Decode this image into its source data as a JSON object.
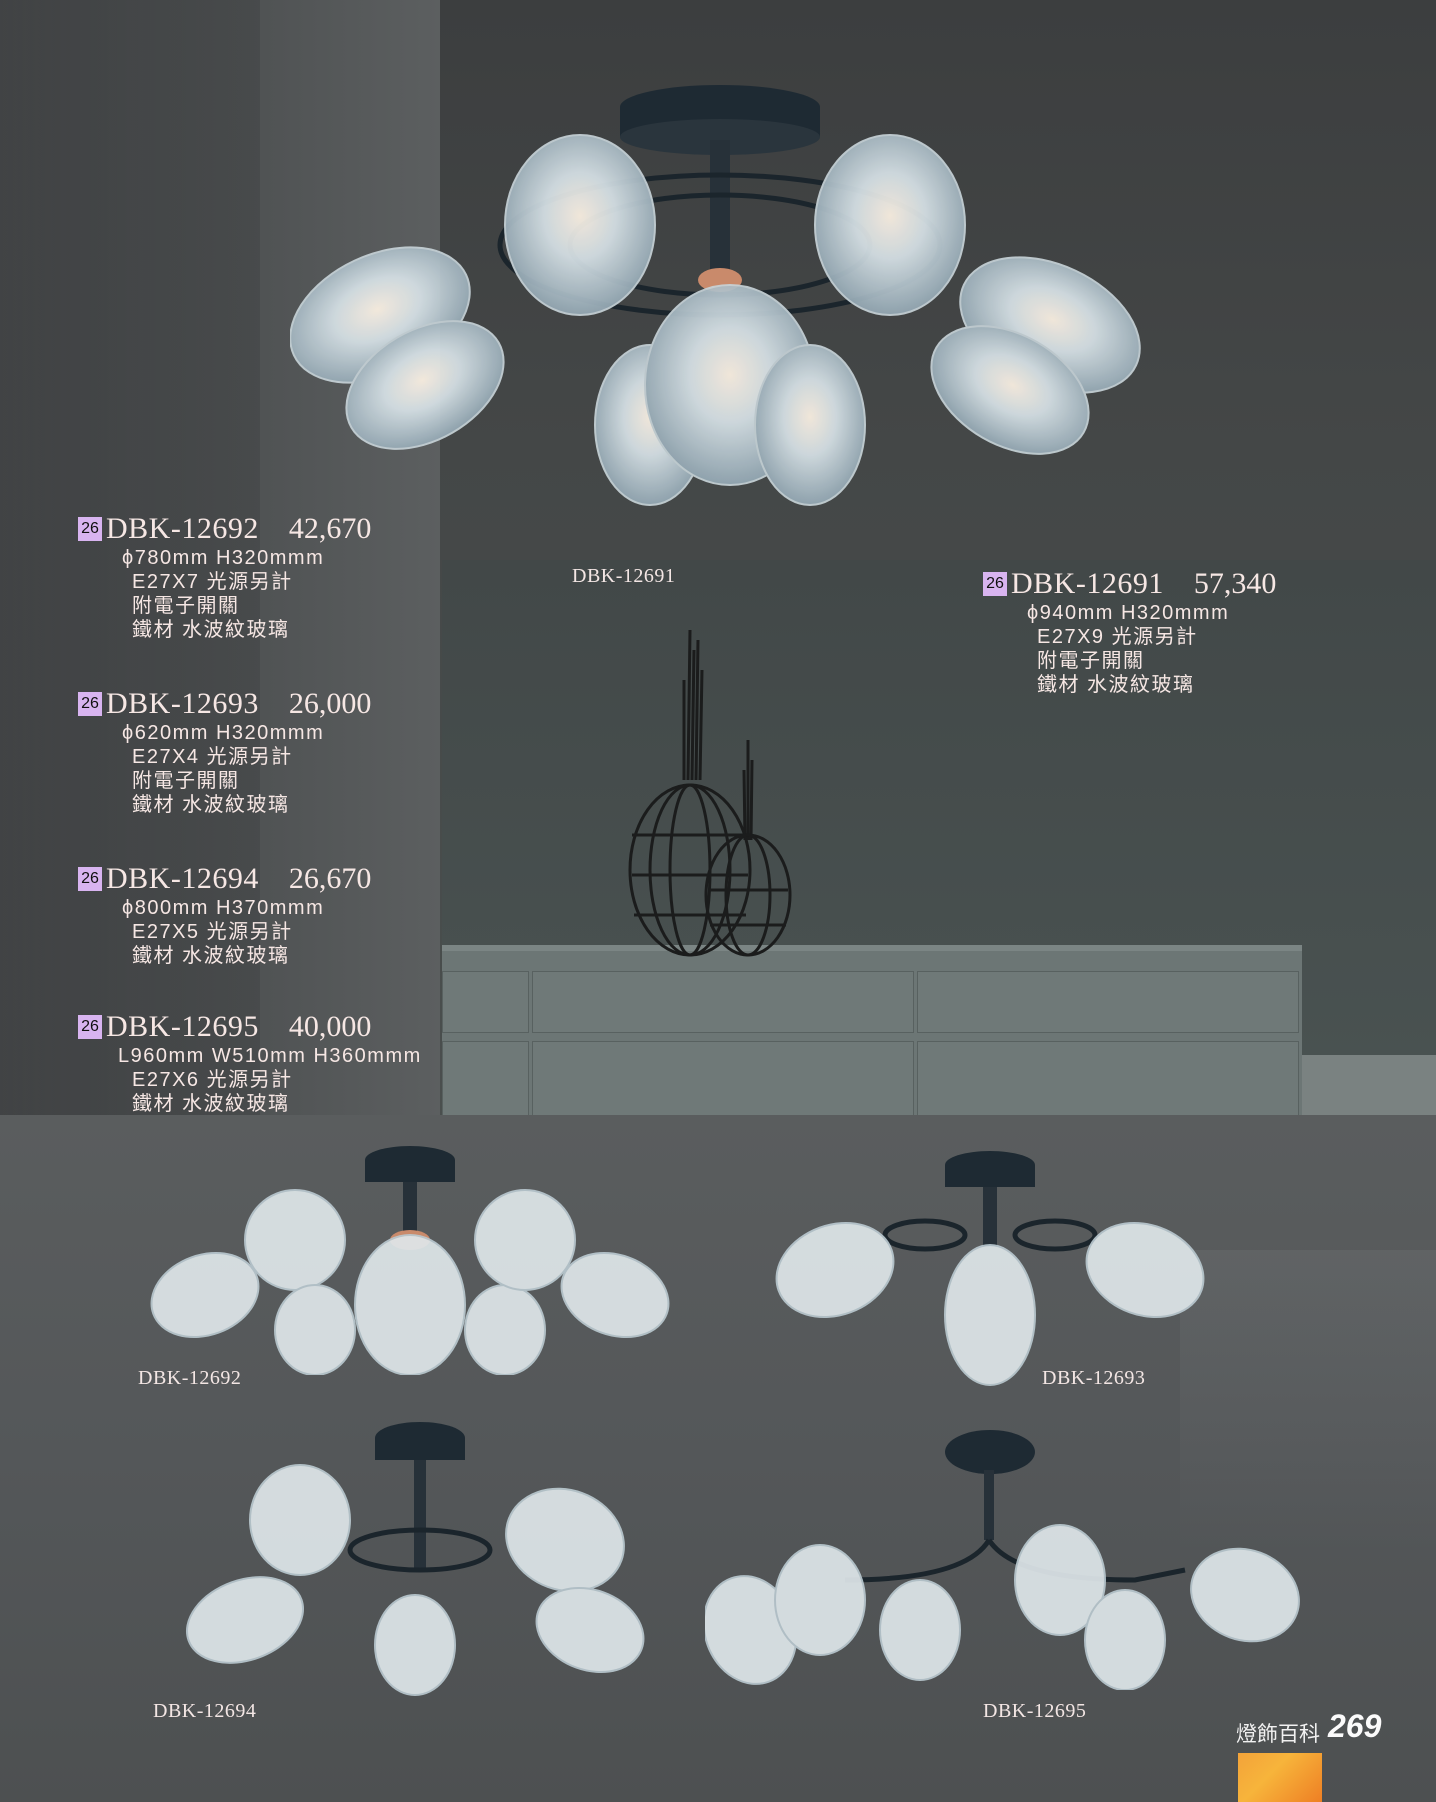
{
  "page": {
    "section_label": "燈飾百科",
    "page_number": "269",
    "accent_color": "#d8b4f0",
    "footer_block_color": "#f3a33a"
  },
  "products": [
    {
      "badge": "26",
      "model": "DBK-12692",
      "price": "42,670",
      "dimensions": "ϕ780mm  H320mmm",
      "bulbs": "E27X7  光源另計",
      "feature": "附電子開關",
      "material": "鐵材  水波紋玻璃"
    },
    {
      "badge": "26",
      "model": "DBK-12693",
      "price": "26,000",
      "dimensions": "ϕ620mm  H320mmm",
      "bulbs": "E27X4  光源另計",
      "feature": "附電子開關",
      "material": "鐵材  水波紋玻璃"
    },
    {
      "badge": "26",
      "model": "DBK-12694",
      "price": "26,670",
      "dimensions": "ϕ800mm  H370mmm",
      "bulbs": "E27X5  光源另計",
      "material": "鐵材  水波紋玻璃"
    },
    {
      "badge": "26",
      "model": "DBK-12695",
      "price": "40,000",
      "dimensions": "L960mm  W510mm  H360mmm",
      "bulbs": "E27X6  光源另計",
      "material": "鐵材  水波紋玻璃"
    },
    {
      "badge": "26",
      "model": "DBK-12691",
      "price": "57,340",
      "dimensions": "ϕ940mm  H320mmm",
      "bulbs": "E27X9  光源另計",
      "feature": "附電子開關",
      "material": "鐵材  水波紋玻璃"
    }
  ],
  "captions": {
    "hero": "DBK-12691",
    "c12692": "DBK-12692",
    "c12693": "DBK-12693",
    "c12694": "DBK-12694",
    "c12695": "DBK-12695"
  }
}
